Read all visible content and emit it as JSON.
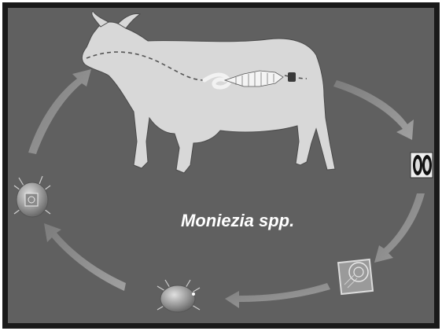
{
  "diagram": {
    "title": "Moniezia spp.",
    "stages": [
      {
        "id": "host",
        "icon": "cattle-icon"
      },
      {
        "id": "adult-worm",
        "icon": "tapeworm-icon"
      },
      {
        "id": "egg",
        "icon": "egg-icon"
      },
      {
        "id": "oncosphere",
        "icon": "oncosphere-icon"
      },
      {
        "id": "mite",
        "icon": "mite-icon"
      },
      {
        "id": "infected-mite",
        "icon": "infected-mite-icon"
      }
    ],
    "colors": {
      "background": "#606060",
      "frame": "#1a1a1a",
      "cow": "#d8d8d8",
      "arrow": "#8a8a8a",
      "title": "#ffffff"
    }
  }
}
